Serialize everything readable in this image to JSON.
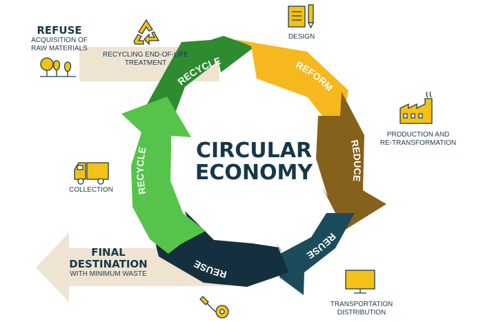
{
  "title": {
    "line1": "CIRCULAR",
    "line2": "ECONOMY"
  },
  "colors": {
    "recycle_top": "#2e8b2f",
    "reform": "#f6b81c",
    "reduce": "#86611c",
    "reuse_right": "#1b4c5c",
    "reuse_bottom": "#14303e",
    "recycle_left": "#56c44a",
    "banner": "#efe3d2",
    "icon_yellow": "#f5c116",
    "text_dark": "#1e3a47"
  },
  "cycle_segments": [
    {
      "id": "recycle-top",
      "label": "RECYCLE"
    },
    {
      "id": "reform",
      "label": "REFORM"
    },
    {
      "id": "reduce",
      "label": "REDUCE"
    },
    {
      "id": "reuse-right",
      "label": "REUSE"
    },
    {
      "id": "reuse-bottom",
      "label": "REUSE"
    },
    {
      "id": "recycle-left",
      "label": "RECYCLE"
    }
  ],
  "refuse": {
    "title": "REFUSE",
    "line1": "ACQUISITION OF",
    "line2": "RAW MATERIALS",
    "icon": "trees-icon"
  },
  "recycling_treatment": {
    "line1": "RECYCLING END-OF-LIFE",
    "line2": "TREATMENT",
    "icon": "recycle-icon"
  },
  "design": {
    "label": "DESIGN",
    "icon": "design-icon"
  },
  "production": {
    "line1": "PRODUCTION AND",
    "line2": "RE-TRANSFORMATION",
    "icon": "factory-icon"
  },
  "transportation": {
    "line1": "TRANSPORTATION",
    "line2": "DISTRIBUTION",
    "icon": "monitor-icon"
  },
  "collection": {
    "label": "COLLECTION",
    "icon": "truck-icon"
  },
  "final": {
    "line1": "FINAL",
    "line2": "DESTINATION",
    "line3": "WITH MINIMUM WASTE"
  },
  "maintenance": {
    "icon": "tools-icon"
  }
}
